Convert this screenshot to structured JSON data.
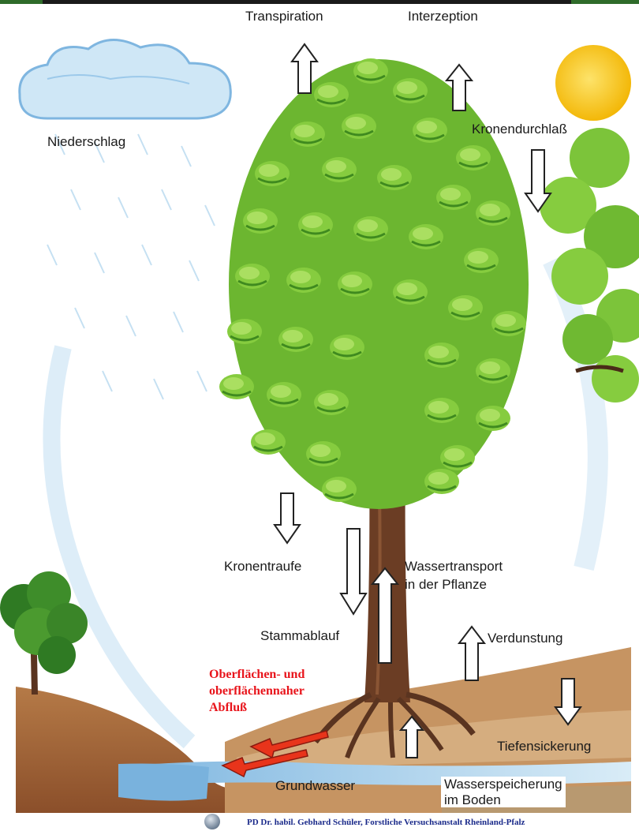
{
  "labels": {
    "transpiration": "Transpiration",
    "interzeption": "Interzeption",
    "niederschlag": "Niederschlag",
    "kronendurchlass": "Kronendurchlaß",
    "kronentraufe": "Kronentraufe",
    "wassertransport_line1": "Wassertransport",
    "wassertransport_line2": "in der Pflanze",
    "stammablauf": "Stammablauf",
    "verdunstung": "Verdunstung",
    "oberflaechen_line1": "Oberflächen- und",
    "oberflaechen_line2": "oberflächennaher",
    "oberflaechen_line3": "Abfluß",
    "tiefensickerung": "Tiefensickerung",
    "grundwasser": "Grundwasser",
    "wasserspeicherung_line1": "Wasserspeicherung",
    "wasserspeicherung_line2": "im Boden"
  },
  "footer": {
    "credit": "PD Dr. habil. Gebhard Schüler, Forstliche Versuchsanstalt Rheinland-Pfalz"
  },
  "colors": {
    "foliage": "#7cc43a",
    "foliage_dark": "#3f8a1f",
    "trunk": "#6b3d24",
    "soil": "#a0643a",
    "water": "#a9d3ee",
    "sun": "#f6c21a",
    "flow_arrow": "#e8341b",
    "label_red": "#e8141b"
  }
}
